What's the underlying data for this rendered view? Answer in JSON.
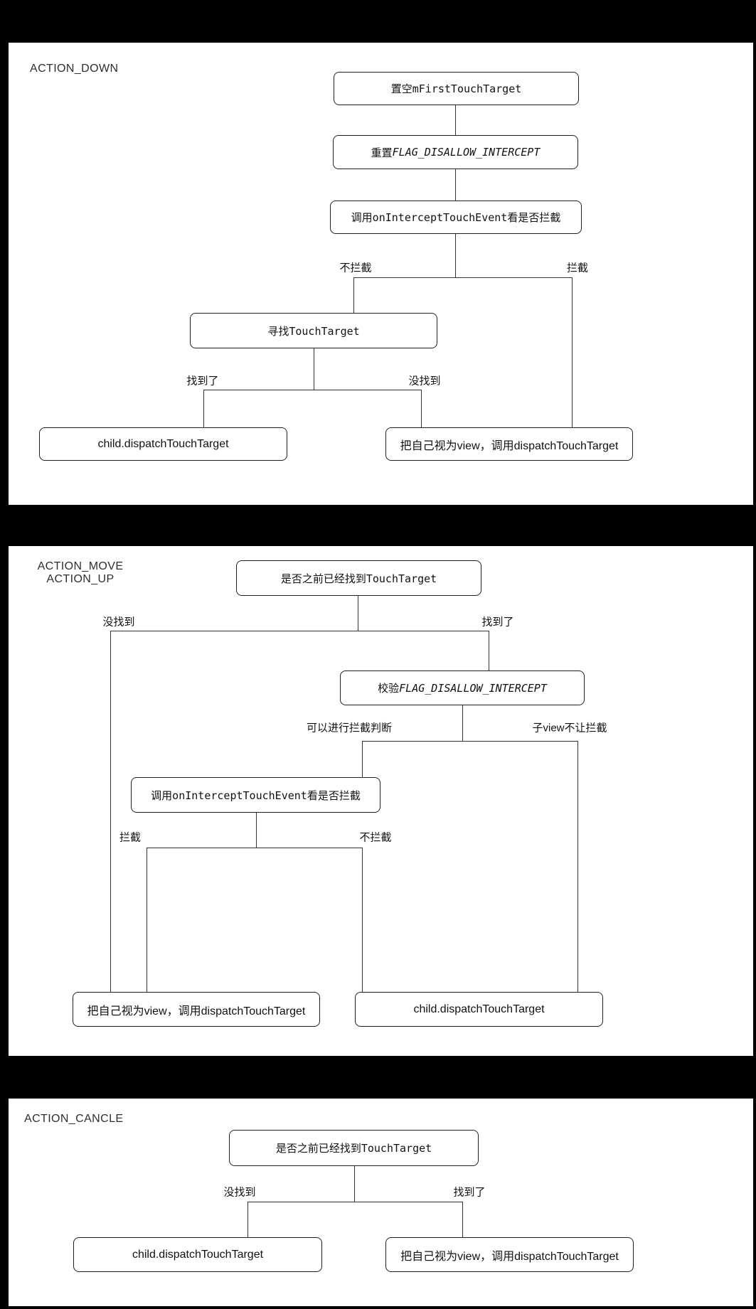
{
  "colors": {
    "background": "#000000",
    "panel": "#ffffff",
    "line": "#333333",
    "border": "#1f1f1f",
    "text": "#111111",
    "title": "#2e2e2e"
  },
  "panels": [
    {
      "title": "ACTION_DOWN",
      "nodes": {
        "clear_target": "置空mFirstTouchTarget",
        "reset_prefix": "重置",
        "reset_flag": "FLAG_DISALLOW_INTERCEPT",
        "intercept_check": "调用onInterceptTouchEvent看是否拦截",
        "find_target": "寻找TouchTarget",
        "child_dispatch": "child.dispatchTouchTarget",
        "self_dispatch": "把自己视为view，调用dispatchTouchTarget"
      },
      "labels": {
        "no_intercept": "不拦截",
        "intercept": "拦截",
        "found": "找到了",
        "not_found": "没找到"
      }
    },
    {
      "title_line1": "ACTION_MOVE",
      "title_line2": "ACTION_UP",
      "nodes": {
        "already_found": "是否之前已经找到TouchTarget",
        "verify_prefix": "校验",
        "verify_flag": "FLAG_DISALLOW_INTERCEPT",
        "intercept_check": "调用onInterceptTouchEvent看是否拦截",
        "self_dispatch": "把自己视为view，调用dispatchTouchTarget",
        "child_dispatch": "child.dispatchTouchTarget"
      },
      "labels": {
        "not_found": "没找到",
        "found": "找到了",
        "can_judge": "可以进行拦截判断",
        "child_disallow": "子view不让拦截",
        "intercept": "拦截",
        "no_intercept": "不拦截"
      }
    },
    {
      "title": "ACTION_CANCLE",
      "nodes": {
        "already_found": "是否之前已经找到TouchTarget",
        "child_dispatch": "child.dispatchTouchTarget",
        "self_dispatch": "把自己视为view，调用dispatchTouchTarget"
      },
      "labels": {
        "not_found": "没找到",
        "found": "找到了"
      }
    }
  ]
}
